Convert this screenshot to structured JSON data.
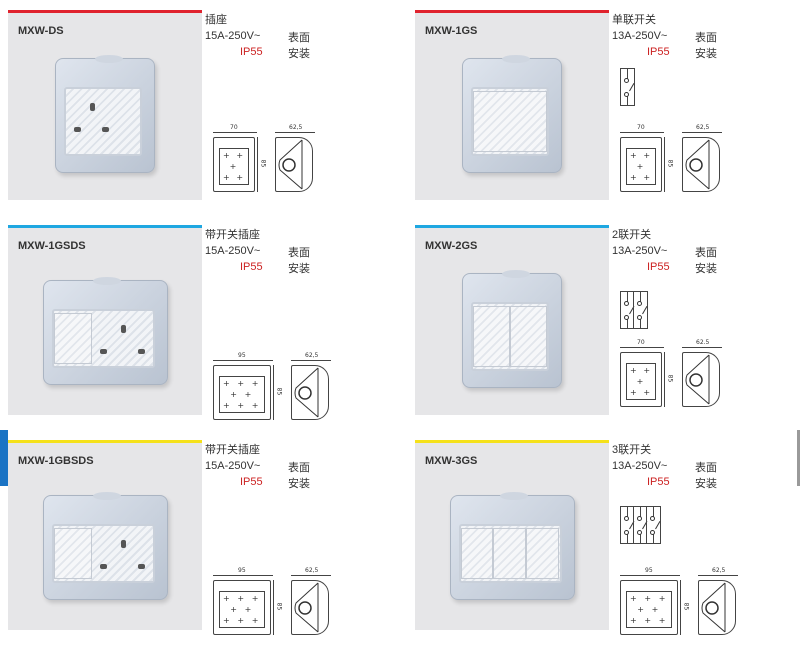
{
  "mounting": [
    "表面",
    "安装"
  ],
  "products": [
    {
      "model": "MXW-DS",
      "name": "插座",
      "rating": "15A-250V~",
      "ip": "IP55",
      "accent": "#e0232e",
      "type": "socket",
      "gangs": 0,
      "width_mm": "70",
      "depth_mm": "62,5",
      "height_mm": "85"
    },
    {
      "model": "MXW-1GS",
      "name": "单联开关",
      "rating": "13A-250V~",
      "ip": "IP55",
      "accent": "#e0232e",
      "type": "switch",
      "gangs": 1,
      "width_mm": "70",
      "depth_mm": "62,5",
      "height_mm": "85"
    },
    {
      "model": "MXW-1GSDS",
      "name": "带开关插座",
      "rating": "15A-250V~",
      "ip": "IP55",
      "accent": "#1ea7e1",
      "type": "switch-socket",
      "gangs": 0,
      "width_mm": "95",
      "depth_mm": "62,5",
      "height_mm": "85"
    },
    {
      "model": "MXW-2GS",
      "name": "2联开关",
      "rating": "13A-250V~",
      "ip": "IP55",
      "accent": "#1ea7e1",
      "type": "switch",
      "gangs": 2,
      "width_mm": "70",
      "depth_mm": "62.5",
      "height_mm": "85"
    },
    {
      "model": "MXW-1GBSDS",
      "name": "带开关插座",
      "rating": "15A-250V~",
      "ip": "IP55",
      "accent": "#f5e11a",
      "type": "switch-socket",
      "gangs": 0,
      "width_mm": "95",
      "depth_mm": "62,5",
      "height_mm": "85"
    },
    {
      "model": "MXW-3GS",
      "name": "3联开关",
      "rating": "13A-250V~",
      "ip": "IP55",
      "accent": "#f5e11a",
      "type": "switch",
      "gangs": 3,
      "width_mm": "95",
      "depth_mm": "62,5",
      "height_mm": "85"
    }
  ]
}
